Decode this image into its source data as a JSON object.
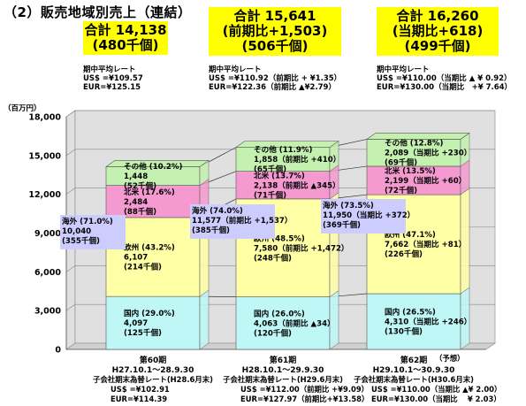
{
  "title": "（2）販売地域別売上（連結）",
  "unit": "（百万円）",
  "periods": [
    {
      "total_line1": "合計 14,138",
      "total_line2": "(480千個)",
      "rate_title": "期中平均レート",
      "rate_usd": "US$ =¥109.57",
      "rate_eur": "EUR=¥125.15",
      "foot_period": "第60期",
      "foot_tag": "",
      "foot_range": "H27.10.1～28.9.30",
      "foot_rate_title": "子会社期末為替レート(H28.6月末)",
      "foot_usd": "US$ =¥102.91",
      "foot_eur": "EUR=¥114.39"
    },
    {
      "total_line1": "合計 15,641",
      "total_line2": "(前期比+1,503)",
      "total_line3": "(506千個)",
      "rate_title": "期中平均レート",
      "rate_usd": "US$ =¥110.92（前期比 + ¥1.35）",
      "rate_eur": "EUR=¥122.36（前期比 ▲¥2.79）",
      "foot_period": "第61期",
      "foot_tag": "",
      "foot_range": "H28.10.1～29.9.30",
      "foot_rate_title": "子会社期末為替レート(H29.6月末)",
      "foot_usd": "US$ =¥112.00（前期比 +¥9.09）",
      "foot_eur": "EUR=¥127.97（前期比+¥13.58）"
    },
    {
      "total_line1": "合計 16,260",
      "total_line2": "(当期比+618)",
      "total_line3": "(499千個)",
      "rate_title": "期中平均レート",
      "rate_usd": "US$ =¥110.00（当期比 ▲ ¥ 0.92）",
      "rate_eur": "EUR=¥130.00（当期比　+¥ 7.64）",
      "foot_period": "第62期",
      "foot_tag": "（予想）",
      "foot_range": "H29.10.1～30.9.30",
      "foot_rate_title": "子会社期末為替レート(H30.6月末)",
      "foot_usd": "US$ =¥110.00（当期比 ▲¥ 2.00）",
      "foot_eur": "EUR=¥130.00（当期比　 ¥ 2.03）"
    }
  ],
  "colors": {
    "domestic": "#bff7f7",
    "europe": "#ffffa6",
    "northamerica": "#f59ad0",
    "other": "#c4f0b0",
    "overseas_label_bg": "#ccccff",
    "highlight": "#ffff00",
    "wall": "#e0e0e0"
  },
  "chart_data": {
    "type": "bar",
    "stacked": true,
    "categories": [
      "第60期",
      "第61期",
      "第62期"
    ],
    "series": [
      {
        "name": "国内",
        "values": [
          4097,
          4063,
          4310
        ]
      },
      {
        "name": "欧州",
        "values": [
          6107,
          7580,
          7662
        ]
      },
      {
        "name": "北米",
        "values": [
          2484,
          2138,
          2199
        ]
      },
      {
        "name": "その他",
        "values": [
          1448,
          1858,
          2089
        ]
      }
    ],
    "overseas_totals": [
      10040,
      11577,
      11950
    ],
    "totals": [
      14138,
      15641,
      16260
    ],
    "ylim": [
      0,
      18000
    ],
    "yticks": [
      0,
      3000,
      6000,
      9000,
      12000,
      15000,
      18000
    ],
    "ytick_labels": [
      "0",
      "3,000",
      "6,000",
      "9,000",
      "12,000",
      "15,000",
      "18,000"
    ],
    "grid": true,
    "segment_labels": [
      [
        [
          "国内 (29.0%)",
          "4,097",
          "(125千個)"
        ],
        [
          "欧州 (43.2%)",
          "6,107",
          "(214千個)"
        ],
        [
          "北米 (17.6%)",
          "2,484",
          "(88千個)"
        ],
        [
          "その他 (10.2%)",
          "1,448",
          "(52千個)"
        ]
      ],
      [
        [
          "国内 (26.0%)",
          "4,063（前期比 ▲34）",
          "(120千個)"
        ],
        [
          "欧州 (48.5%)",
          "7,580（前期比 +1,472）",
          "(248千個)"
        ],
        [
          "北米 (13.7%)",
          "2,138（前期比 ▲345）",
          "(71千個)"
        ],
        [
          "その他 (11.9%)",
          "1,858（前期比 +410）",
          "(65千個)"
        ]
      ],
      [
        [
          "国内 (26.5%)",
          "4,310（当期比 +246）",
          "(130千個)"
        ],
        [
          "欧州 (47.1%)",
          "7,662（当期比 +81）",
          "(226千個)"
        ],
        [
          "北米 (13.5%)",
          "2,199（当期比 +60）",
          "(72千個)"
        ],
        [
          "その他 (12.8%)",
          "2,089（当期比 +230）",
          "(69千個)"
        ]
      ]
    ],
    "overseas_labels": [
      [
        "海外 (71.0%)",
        "10,040",
        "(355千個)"
      ],
      [
        "海外 (74.0%)",
        "11,577（前期比 +1,537）",
        "(385千個)"
      ],
      [
        "海外 (73.5%)",
        "11,950（当期比 +372）",
        "(369千個)"
      ]
    ]
  }
}
